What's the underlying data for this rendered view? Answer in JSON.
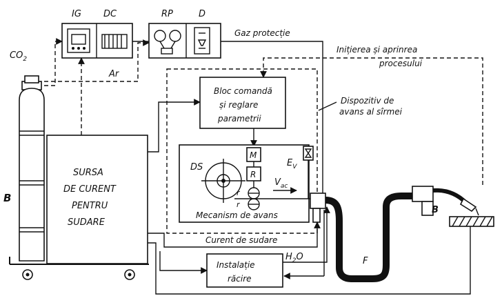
{
  "labels": {
    "ig": "IG",
    "dc": "DC",
    "rp": "RP",
    "d": "D",
    "co2_main": "CO",
    "co2_sub": "2",
    "ar": "Ar",
    "gaz": "Gaz protecție",
    "initiere1": "Inițierea și aprinrea",
    "initiere2": "procesului",
    "bloc1": "Bloc comandă",
    "bloc2": "și reglare",
    "bloc3": "parametrii",
    "dispozitiv1": "Dispozitiv de",
    "dispozitiv2": "avans al sîrmei",
    "ds": "DS",
    "m": "M",
    "r": "R",
    "ev_main": "E",
    "ev_sub": "V",
    "vac_main": "V",
    "vac_sub": "ac",
    "roll1": "r",
    "roll2": "r",
    "mecanism": "Mecanism de avans",
    "sursa1": "SURSA",
    "sursa2": "DE CURENT",
    "sursa3": "PENTRU",
    "sursa4": "SUDARE",
    "b_left": "B",
    "b_right": "B",
    "curent": "Curent de sudare",
    "instalatie1": "Instalație",
    "instalatie2": "răcire",
    "h2o_main": "H",
    "h2o_sub": "2",
    "h2o_end": "O",
    "f": "F"
  }
}
